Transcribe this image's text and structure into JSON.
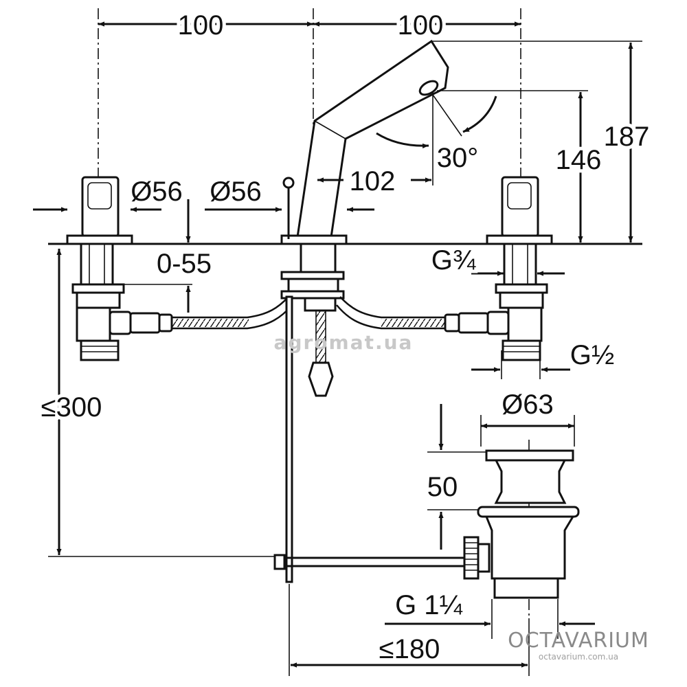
{
  "dimensions": {
    "width_left": "100",
    "width_right": "100",
    "height_total": "187",
    "height_outlet": "146",
    "spray_angle": "30°",
    "reach": "102",
    "handle_diameter": "Ø56",
    "spout_diameter": "Ø56",
    "deck_thickness": "0-55",
    "inlet_thread": "G¾",
    "connection_thread": "G½",
    "max_depth": "≤300",
    "waste_diameter": "Ø63",
    "waste_height": "50",
    "waste_thread": "G 1¼",
    "pull_rod_length": "≤180"
  },
  "watermark": {
    "site": "agromat.ua"
  },
  "brand": {
    "name": "OCTAVARIUM",
    "url": "octavarium.com.ua"
  }
}
